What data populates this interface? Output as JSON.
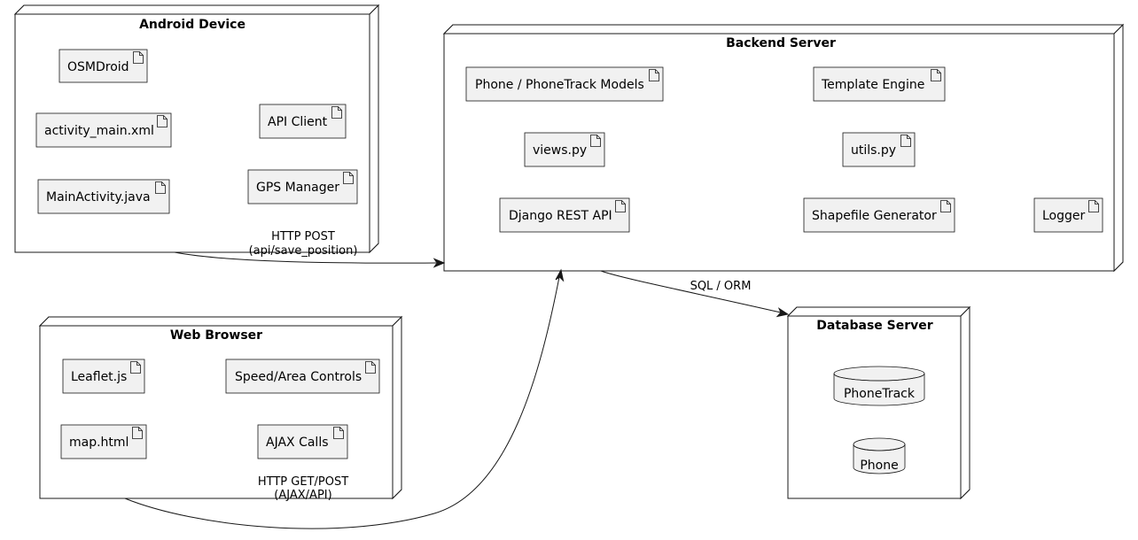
{
  "nodes": {
    "android": {
      "title": "Android Device",
      "artifacts": {
        "osmdroid": "OSMDroid",
        "activity_main": "activity_main.xml",
        "mainactivity": "MainActivity.java",
        "api_client": "API Client",
        "gps_manager": "GPS Manager"
      }
    },
    "backend": {
      "title": "Backend Server",
      "artifacts": {
        "models": "Phone / PhoneTrack Models",
        "template_engine": "Template Engine",
        "views": "views.py",
        "utils": "utils.py",
        "rest_api": "Django REST API",
        "shapefile": "Shapefile Generator",
        "logger": "Logger"
      }
    },
    "web": {
      "title": "Web Browser",
      "artifacts": {
        "leaflet": "Leaflet.js",
        "speed_area": "Speed/Area Controls",
        "map_html": "map.html",
        "ajax_calls": "AJAX Calls"
      }
    },
    "database": {
      "title": "Database Server",
      "databases": {
        "phonetrack": "PhoneTrack",
        "phone": "Phone"
      }
    }
  },
  "edges": {
    "android_backend": {
      "line1": "HTTP POST",
      "line2": "(api/save_position)"
    },
    "web_backend": {
      "line1": "HTTP GET/POST",
      "line2": "(AJAX/API)"
    },
    "backend_db": {
      "line1": "SQL / ORM"
    }
  }
}
